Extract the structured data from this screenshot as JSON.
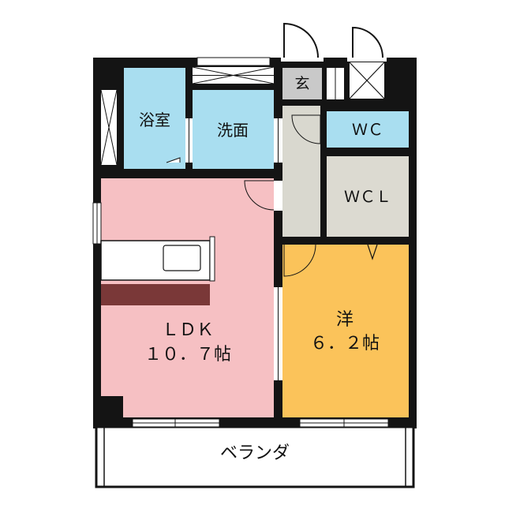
{
  "rooms": {
    "bath": "浴室",
    "washroom": "洗面",
    "entrance": "玄",
    "wc": "ＷＣ",
    "wcl": "ＷＣＬ",
    "ldk": {
      "name": "ＬＤＫ",
      "size": "１０．７帖"
    },
    "western": {
      "name": "洋",
      "size": "６．２帖"
    },
    "veranda": "ベランダ"
  },
  "colors": {
    "wall": "#141414",
    "ldk_floor": "#f6c0c3",
    "western_floor": "#fbc35a",
    "wet_area": "#a9def0",
    "storage": "#dcdad1",
    "hall": "#d9d8cf",
    "entrance": "#c9c9c9",
    "counter": "#7a3838"
  }
}
